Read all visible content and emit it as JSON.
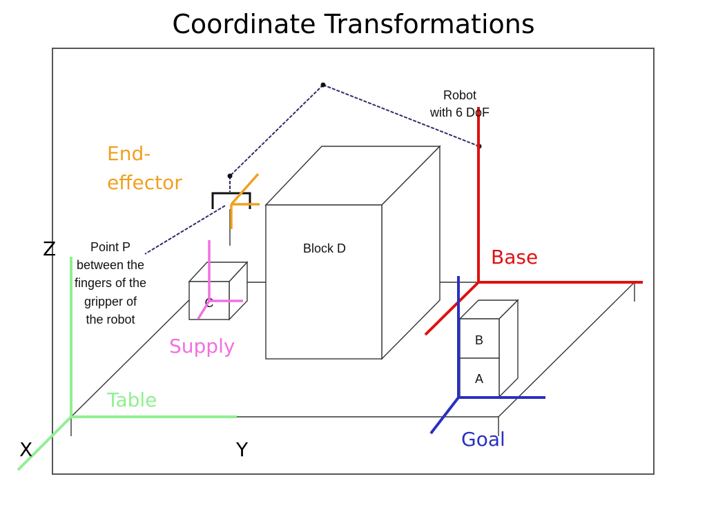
{
  "title": "Coordinate Transformations",
  "labels": {
    "end_effector_line1": "End-",
    "end_effector_line2": "effector",
    "base": "Base",
    "supply": "Supply",
    "table": "Table",
    "goal": "Goal",
    "axis_z": "Z",
    "axis_x": "X",
    "axis_y": "Y"
  },
  "annotations": {
    "robot_line1": "Robot",
    "robot_line2": "with 6 DoF",
    "point_line1": "Point P",
    "point_line2": "between the",
    "point_line3": "fingers of the",
    "point_line4": "gripper of",
    "point_line5": "the robot",
    "block_d": "Block D",
    "block_c": "C",
    "block_b": "B",
    "block_a": "A"
  },
  "colors": {
    "end_effector": "#f0a020",
    "base": "#e01010",
    "supply": "#f070e0",
    "table": "#90f090",
    "goal": "#2a30c0",
    "robot_links": "#2b2b6e"
  }
}
